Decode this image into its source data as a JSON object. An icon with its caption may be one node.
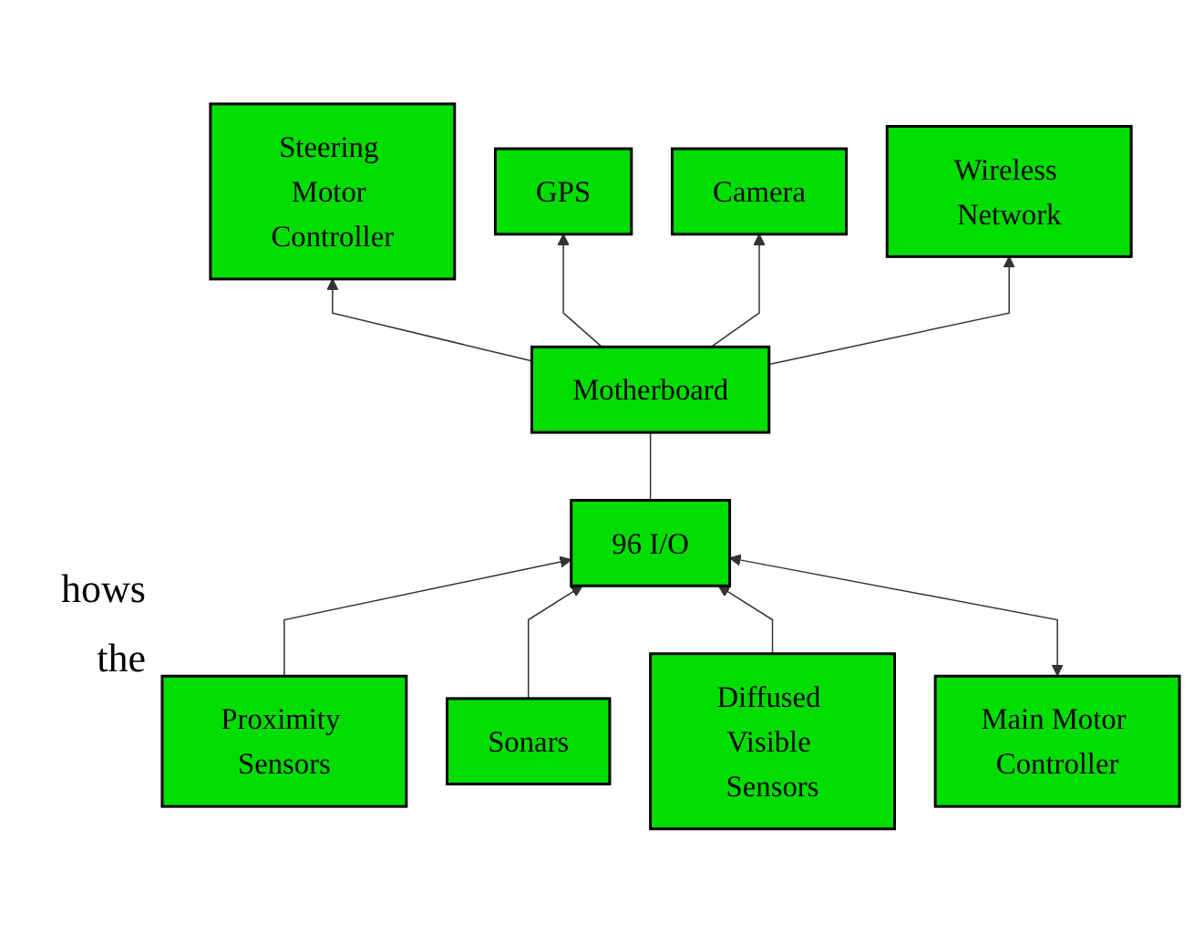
{
  "diagram": {
    "nodes": [
      {
        "text": [
          "Steering Motor Controller"
        ]
      },
      {
        "text": [
          "GPS"
        ]
      },
      {
        "text": [
          "Camera"
        ]
      },
      {
        "text": [
          "Motherboard"
        ]
      },
      {
        "text": [
          "Wireless Network"
        ]
      },
      {
        "text": [
          "Proximity Sensors"
        ]
      },
      {
        "text": [
          "96 I/O"
        ]
      },
      {
        "text": [
          "Sonars"
        ]
      },
      {
        "text": [
          "Diffused Visible Sensors"
        ]
      },
      {
        "text": [
          "Main Motor Controller"
        ]
      }
    ],
    "edges": [
      {
        "from": 3,
        "to": 0,
        "arrow": "to"
      },
      {
        "from": 3,
        "to": 1,
        "arrow": "to"
      },
      {
        "from": 3,
        "to": 2,
        "arrow": "to"
      },
      {
        "from": 3,
        "to": 4,
        "arrow": "to"
      },
      {
        "from": 3,
        "to": 6,
        "arrow": "none"
      },
      {
        "from": 5,
        "to": 6,
        "arrow": "to"
      },
      {
        "from": 7,
        "to": 6,
        "arrow": "to"
      },
      {
        "from": 8,
        "to": 6,
        "arrow": "to"
      },
      {
        "from": 9,
        "to": 6,
        "arrow": "both"
      }
    ],
    "labels": [
      "hows",
      "the"
    ]
  }
}
